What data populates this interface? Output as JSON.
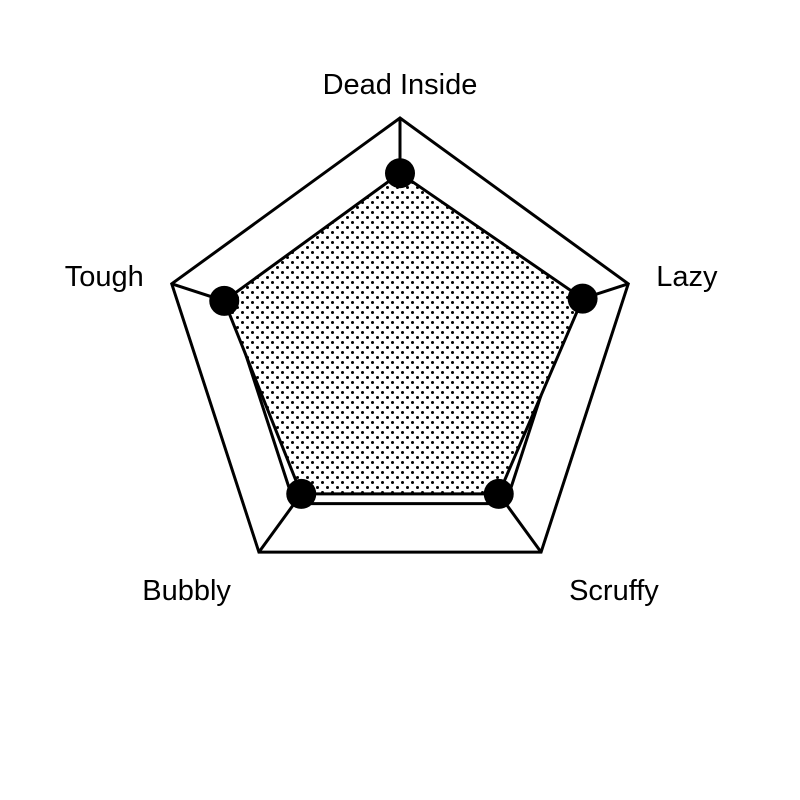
{
  "chart_data": {
    "type": "radar",
    "categories": [
      "Dead Inside",
      "Lazy",
      "Scruffy",
      "Bubbly",
      "Tough"
    ],
    "series": [
      {
        "values": [
          0.77,
          0.8,
          0.7,
          0.7,
          0.77
        ]
      }
    ],
    "range": [
      0,
      1
    ],
    "rings": [
      0.25,
      0.5,
      0.75,
      1.0
    ],
    "grid": true,
    "legend": "none",
    "colors": {
      "line": "#000000",
      "fill_pattern": "dotted",
      "background": "#ffffff"
    }
  }
}
